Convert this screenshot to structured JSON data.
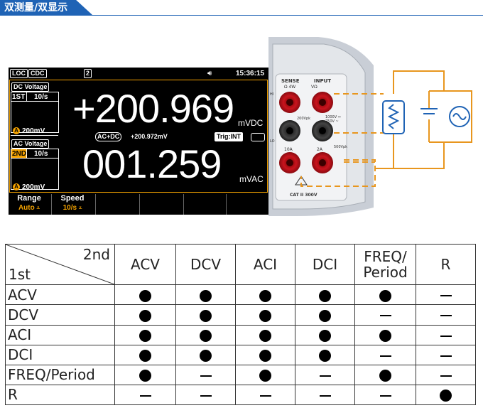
{
  "header": {
    "title": "双测量/双显示"
  },
  "lcd": {
    "status": {
      "loc": "LOC",
      "cdc": "CDC",
      "page": "2",
      "speaker_icon": "speaker-icon",
      "time": "15:36:15"
    },
    "primary": {
      "function": "DC Voltage",
      "display": "1ST",
      "rate": "10/s",
      "reading": "+200.969",
      "unit": "mVDC",
      "range": "200mV"
    },
    "middle": {
      "acdc": "AC+DC",
      "acdc_value": "+200.972mV",
      "trig": "Trig:INT"
    },
    "secondary": {
      "function": "AC Voltage",
      "display": "2ND",
      "rate": "10/s",
      "reading": "001.259",
      "unit": "mVAC",
      "range": "200mV"
    },
    "softkeys": [
      {
        "title": "Range",
        "value": "Auto"
      },
      {
        "title": "Speed",
        "value": "10/s"
      },
      {
        "title": "",
        "value": ""
      },
      {
        "title": "",
        "value": ""
      },
      {
        "title": "",
        "value": ""
      },
      {
        "title": "",
        "value": ""
      }
    ]
  },
  "panel": {
    "sense": "SENSE",
    "sense_sub": "Ω 4W",
    "input": "INPUT",
    "input_sub": "VΩ",
    "hi": "HI",
    "lo": "LO",
    "v200": "200Vpk",
    "v1000": "1000V ⎓",
    "v750": "750V ~",
    "v500": "500Vpk",
    "a10": "10A",
    "a2": "2A",
    "cat": "CAT II 300V"
  },
  "table": {
    "corner_second": "2nd",
    "corner_first": "1st",
    "columns": [
      "ACV",
      "DCV",
      "ACI",
      "DCI",
      "FREQ/ Period",
      "R"
    ],
    "rows": [
      {
        "label": "ACV",
        "marks": [
          1,
          1,
          1,
          1,
          1,
          0
        ]
      },
      {
        "label": "DCV",
        "marks": [
          1,
          1,
          1,
          1,
          0,
          0
        ]
      },
      {
        "label": "ACI",
        "marks": [
          1,
          1,
          1,
          1,
          1,
          0
        ]
      },
      {
        "label": "DCI",
        "marks": [
          1,
          1,
          1,
          1,
          0,
          0
        ]
      },
      {
        "label": "FREQ/Period",
        "marks": [
          1,
          0,
          1,
          0,
          1,
          0
        ]
      },
      {
        "label": "R",
        "marks": [
          0,
          0,
          0,
          0,
          0,
          1
        ]
      }
    ]
  },
  "colors": {
    "accent": "#1f63b5",
    "lcd_orange": "#f5a300",
    "wire": "#e8961e"
  }
}
